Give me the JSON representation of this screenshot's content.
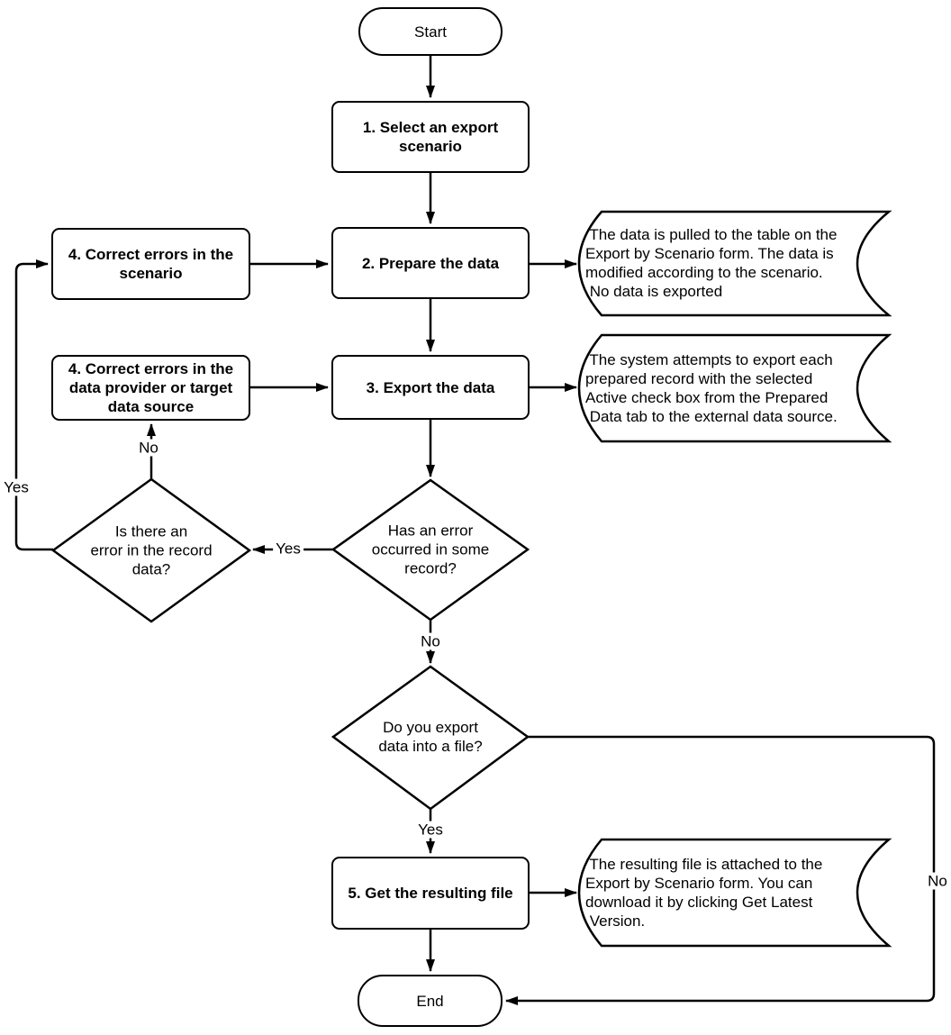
{
  "diagram": {
    "title_hint": "Export by Scenario flowchart",
    "colors": {
      "stroke": "#000000",
      "fill": "#ffffff",
      "text": "#000000"
    },
    "nodes": {
      "start": {
        "shape": "terminator",
        "label": "Start"
      },
      "step1": {
        "shape": "process",
        "label": "1. Select an export\nscenario"
      },
      "step2": {
        "shape": "process",
        "label": "2. Prepare the data"
      },
      "step3": {
        "shape": "process",
        "label": "3. Export the data"
      },
      "step4a": {
        "shape": "process",
        "label": "4. Correct errors in the\nscenario"
      },
      "step4b": {
        "shape": "process",
        "label": "4. Correct errors in the\ndata provider or target\ndata source"
      },
      "step5": {
        "shape": "process",
        "label": "5. Get the resulting file"
      },
      "decision1": {
        "shape": "decision",
        "label": "Has an error\noccurred in some\nrecord?"
      },
      "decision2": {
        "shape": "decision",
        "label": "Is there an\nerror in the record\ndata?"
      },
      "decision3": {
        "shape": "decision",
        "label": "Do you export\ndata into a file?"
      },
      "end": {
        "shape": "terminator",
        "label": "End"
      }
    },
    "annotations": {
      "prepare_note": {
        "shape": "stored-data",
        "text": " The data is pulled to the table on the\nExport by Scenario form. The data is\nmodified according to the scenario.\n No data is exported"
      },
      "export_note": {
        "shape": "stored-data",
        "text": " The system attempts to export each\nprepared record with the selected\nActive check box from the Prepared\n Data tab to the external data source."
      },
      "file_note": {
        "shape": "stored-data",
        "text": " The resulting file is attached to the\nExport by Scenario form. You can\ndownload it by clicking Get Latest\n Version."
      }
    },
    "edge_labels": {
      "decision1_yes": "Yes",
      "decision1_no": "No",
      "decision2_yes": "Yes",
      "decision2_no": "No",
      "decision3_yes": "Yes",
      "decision3_no": "No"
    }
  }
}
